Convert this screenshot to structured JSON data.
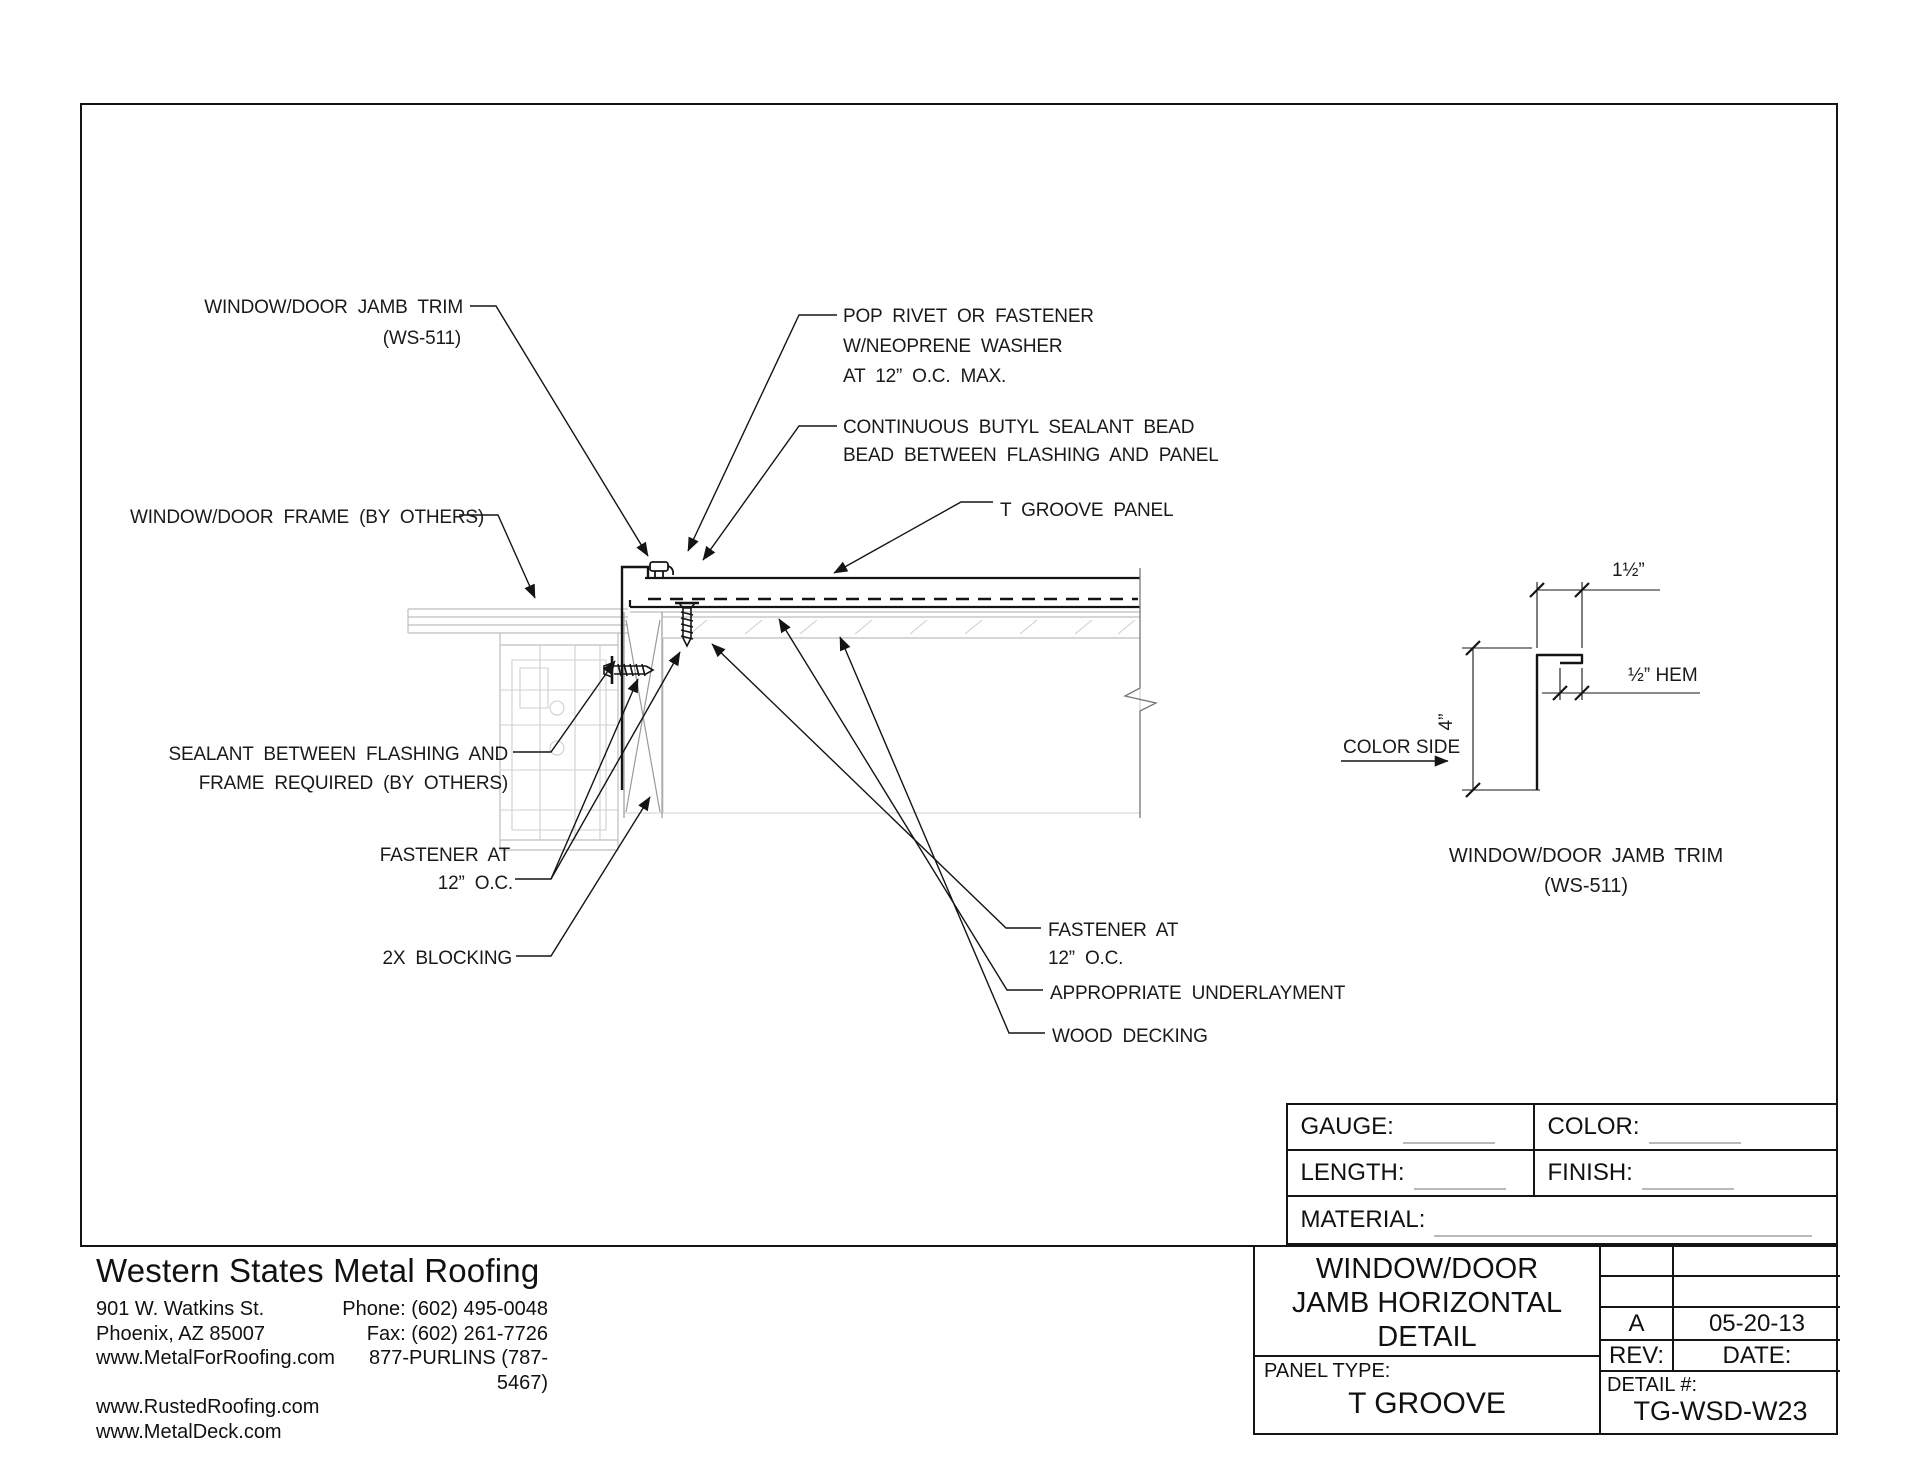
{
  "drawing": {
    "labels": {
      "jamb_trim_l1": "WINDOW/DOOR JAMB TRIM",
      "jamb_trim_l2": "(WS-511)",
      "frame": "WINDOW/DOOR FRAME (BY OTHERS)",
      "pop_rivet_l1": "POP RIVET OR FASTENER",
      "pop_rivet_l2": "W/NEOPRENE WASHER",
      "pop_rivet_l3": "AT 12” O.C. MAX.",
      "butyl_l1": "CONTINUOUS BUTYL SEALANT BEAD",
      "butyl_l2": "BEAD BETWEEN FLASHING AND PANEL",
      "panel": "T GROOVE PANEL",
      "sealant_l1": "SEALANT BETWEEN FLASHING AND",
      "sealant_l2": "FRAME REQUIRED (BY OTHERS)",
      "fastener_left_l1": "FASTENER AT",
      "fastener_left_l2": "12” O.C.",
      "blocking": "2X BLOCKING",
      "fastener_right_l1": "FASTENER AT",
      "fastener_right_l2": "12” O.C.",
      "underlayment": "APPROPRIATE UNDERLAYMENT",
      "decking": "WOOD DECKING"
    }
  },
  "profile": {
    "dim_top": "1½”",
    "dim_hem": "½” HEM",
    "dim_leg": "4”",
    "color_side": "COLOR SIDE",
    "caption_l1": "WINDOW/DOOR JAMB TRIM",
    "caption_l2": "(WS-511)"
  },
  "title_block": {
    "gauge_label": "GAUGE:",
    "color_label": "COLOR:",
    "length_label": "LENGTH:",
    "finish_label": "FINISH:",
    "material_label": "MATERIAL:",
    "title_l1": "WINDOW/DOOR",
    "title_l2": "JAMB HORIZONTAL",
    "title_l3": "DETAIL",
    "panel_type_label": "PANEL TYPE:",
    "panel_type_value": "T GROOVE",
    "rev_value": "A",
    "date_value": "05-20-13",
    "rev_label": "REV:",
    "date_label": "DATE:",
    "detail_label": "DETAIL #:",
    "detail_value": "TG-WSD-W23"
  },
  "company": {
    "name": "Western States Metal Roofing",
    "address_l1": "901 W. Watkins St.",
    "address_l2": "Phoenix, AZ 85007",
    "web1": "www.MetalForRoofing.com",
    "web2": "www.RustedRoofing.com",
    "web3": "www.MetalDeck.com",
    "phone": "Phone: (602) 495-0048",
    "fax": "Fax: (602) 261-7726",
    "tollfree": "877-PURLINS (787-5467)"
  }
}
